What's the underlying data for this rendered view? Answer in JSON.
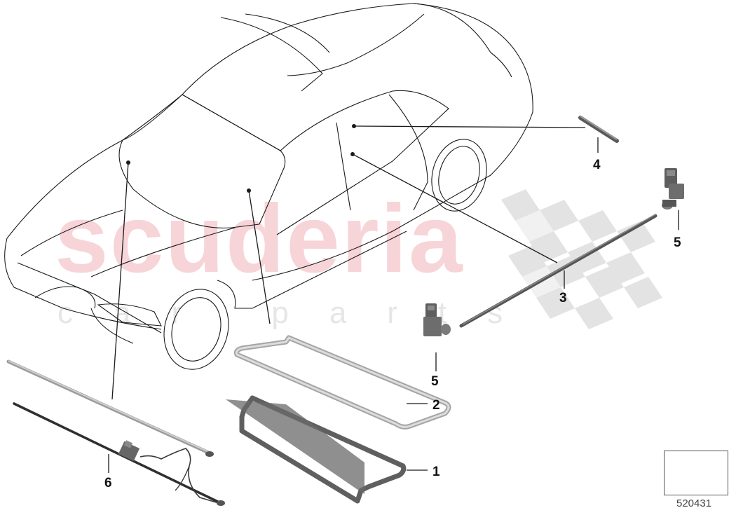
{
  "diagram": {
    "type": "exploded parts diagram",
    "subject": "car body with window/door seal parts",
    "reference_number": "520431"
  },
  "watermark": {
    "main": "scuderia",
    "sub": "car parts",
    "main_color": "#f7d4d8",
    "sub_color": "#e6e6e9"
  },
  "callouts": [
    {
      "label": "1",
      "part": "frame-seal-dark"
    },
    {
      "label": "2",
      "part": "frame-seal-light"
    },
    {
      "label": "3",
      "part": "long-strip"
    },
    {
      "label": "4",
      "part": "short-rod"
    },
    {
      "label": "5",
      "part": "sensor-connector-right"
    },
    {
      "label": "5",
      "part": "sensor-connector-center"
    },
    {
      "label": "6",
      "part": "cable-harness"
    }
  ],
  "colors": {
    "line": "#1a1a1a",
    "part_dark": "#6b6b6b",
    "part_light": "#bcbcbc",
    "checker": "#e3e3e3"
  }
}
